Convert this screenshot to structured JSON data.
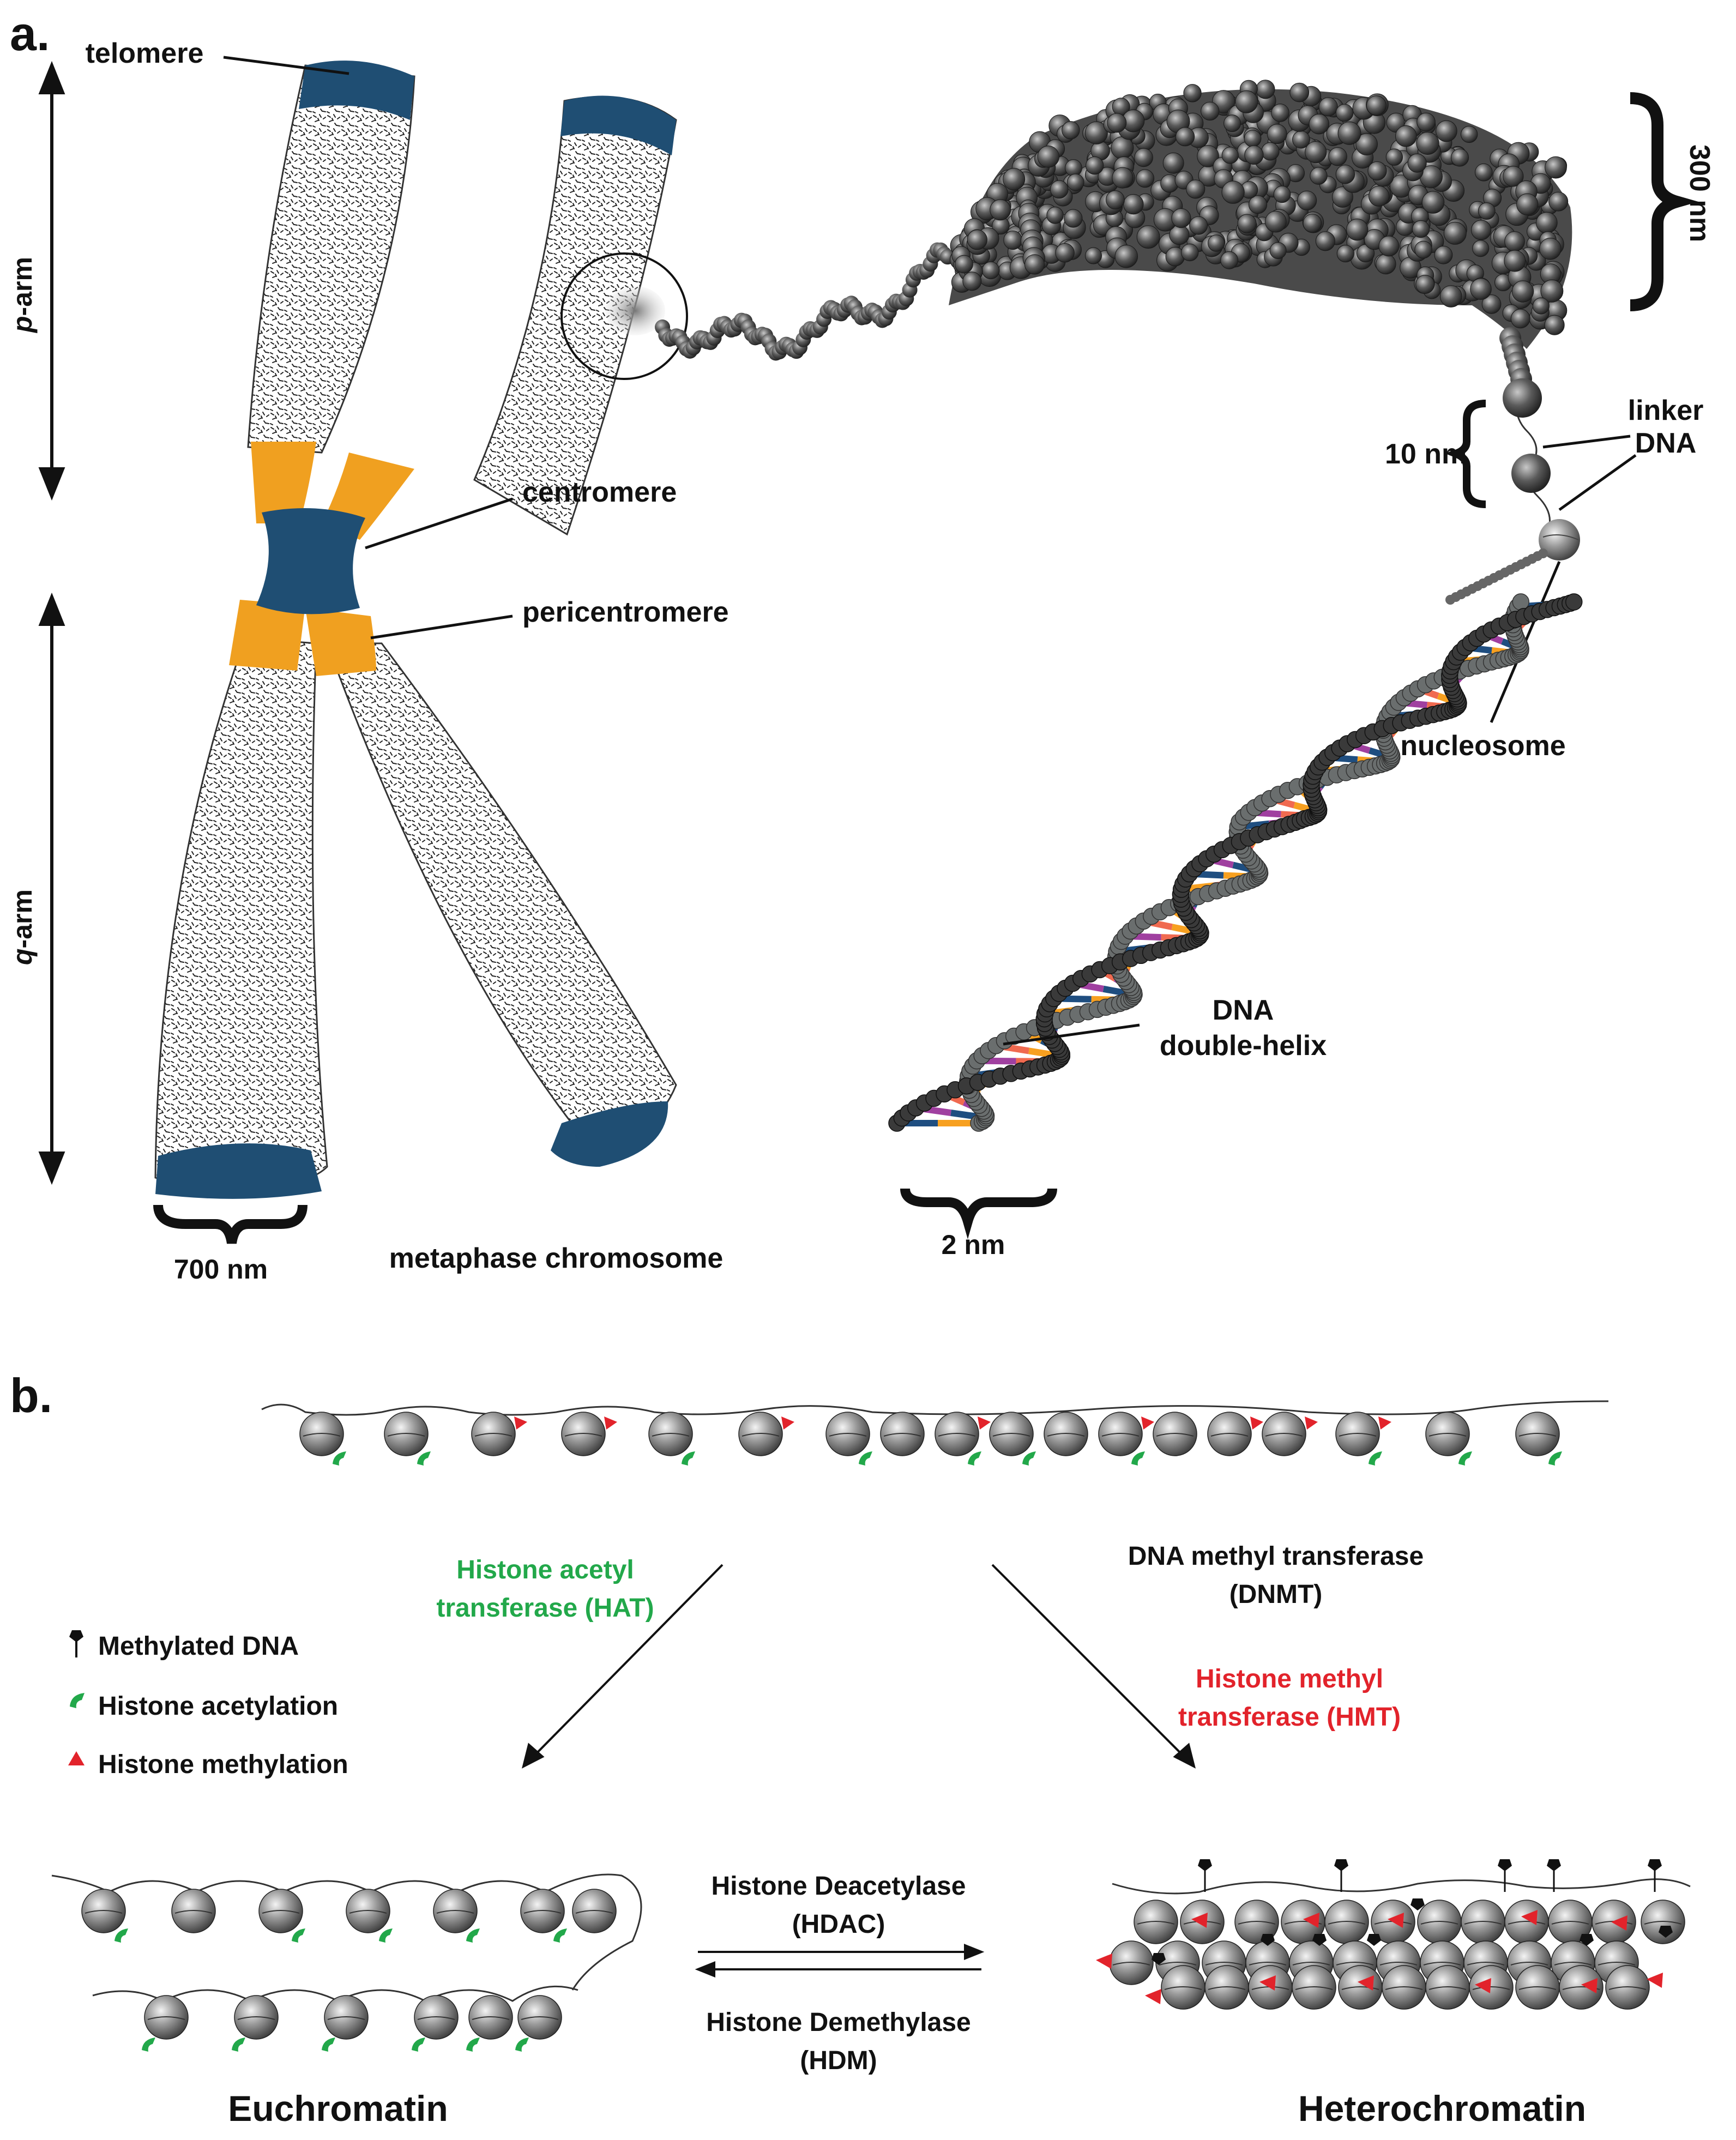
{
  "panel_a": {
    "label": "a.",
    "telomere": "telomere",
    "p_arm_p": "p",
    "p_arm_rest": "-arm",
    "q_arm_q": "q",
    "q_arm_rest": "-arm",
    "centromere": "centromere",
    "pericentromere": "pericentromere",
    "width_700": "700 nm",
    "metaphase": "metaphase chromosome",
    "width_300": "300 nm",
    "width_10": "10 nm",
    "linker_1": "linker",
    "linker_2": "DNA",
    "nucleosome": "nucleosome",
    "dna_1": "DNA",
    "dna_2": "double-helix",
    "width_2": "2 nm"
  },
  "panel_b": {
    "label": "b.",
    "hat_1": "Histone acetyl",
    "hat_2": "transferase (HAT)",
    "dnmt_1": "DNA methyl transferase",
    "dnmt_2": "(DNMT)",
    "hmt_1": "Histone methyl",
    "hmt_2": "transferase (HMT)",
    "legend": [
      {
        "label": "Methylated DNA",
        "icon": "methyl-dna-icon"
      },
      {
        "label": "Histone acetylation",
        "icon": "acetyl-icon"
      },
      {
        "label": "Histone methylation",
        "icon": "methyl-histone-icon"
      }
    ],
    "hdac_1": "Histone Deacetylase",
    "hdac_2": "(HDAC)",
    "hdm_1": "Histone Demethylase",
    "hdm_2": "(HDM)",
    "euchromatin": "Euchromatin",
    "heterochromatin": "Heterochromatin"
  },
  "colors": {
    "telomere": "#1f4e73",
    "centromere": "#1f4e73",
    "pericentromere": "#f0a020",
    "acetylation": "#22a84a",
    "methylation": "#e2232b",
    "dna_strand_dark": "#3a3a3a",
    "dna_strand_light": "#6a6e6e",
    "base_orange": "#f7a020",
    "base_blue": "#1f4e80",
    "base_purple": "#a040a0",
    "base_salmon": "#f06a50"
  }
}
